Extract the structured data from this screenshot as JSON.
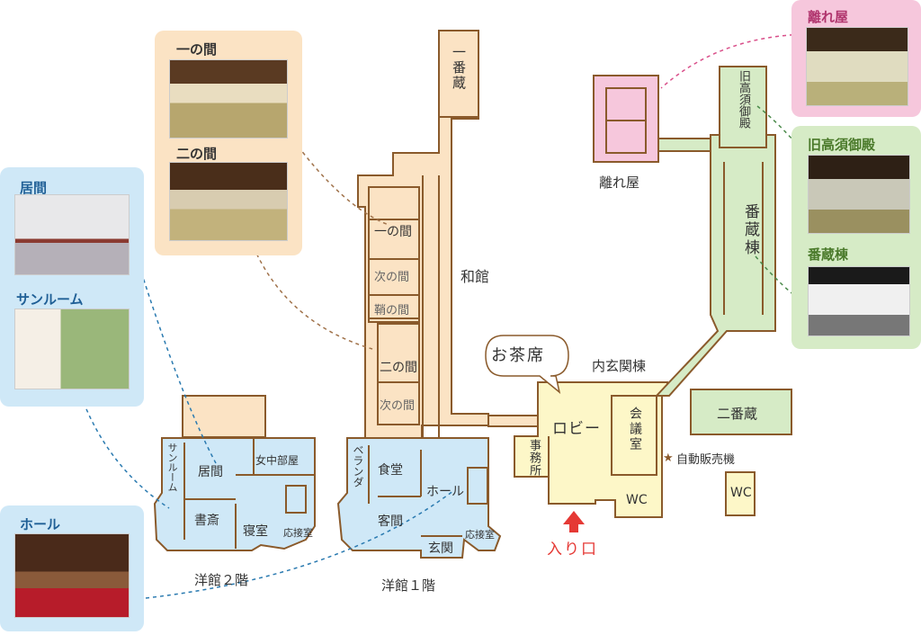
{
  "photos": {
    "ichi_no_ma": {
      "title": "一の間"
    },
    "ni_no_ma": {
      "title": "二の間"
    },
    "ima": {
      "title": "居間"
    },
    "sunroom": {
      "title": "サンルーム"
    },
    "hall": {
      "title": "ホール"
    },
    "hanareya": {
      "title": "離れ屋"
    },
    "kyu_takasu": {
      "title": "旧高須御殿"
    },
    "bankura": {
      "title": "番蔵棟"
    }
  },
  "rooms": {
    "ichibankura": "一番蔵",
    "wakan": "和館",
    "ichi_no_ma": "一の間",
    "tsugi_no_ma_1": "次の間",
    "saya_no_ma": "鞘の間",
    "ni_no_ma": "二の間",
    "tsugi_no_ma_2": "次の間",
    "hanareya": "離れ屋",
    "kyu_takasu": "旧高須御殿",
    "bankura": "番蔵棟",
    "uchigenkan": "内玄関棟",
    "nibankura": "二番蔵",
    "ochaseki": "お茶席",
    "lobby": "ロビー",
    "kaigishitsu": "会議室",
    "jimusho": "事務所",
    "wc1": "WC",
    "wc2": "WC",
    "jidohanbaiki": "自動販売機",
    "iriguchi": "入り口",
    "veranda": "ベランダ",
    "shokudo": "食堂",
    "hall": "ホール",
    "kyakuma": "客間",
    "genkan": "玄関",
    "osetsushitsu1": "応接室",
    "sunroom": "サンルーム",
    "ima": "居間",
    "jochu": "女中部屋",
    "shosai": "書斎",
    "shinshitsu": "寝室",
    "osetsushitsu2": "応接室"
  },
  "floors": {
    "yokan1": "洋館１階",
    "yokan2": "洋館２階"
  },
  "colors": {
    "wa_orange": "#fbe3c4",
    "wall_brown": "#8a5a2b",
    "yo_blue": "#cfe8f7",
    "green": "#d6ebc6",
    "yellow": "#fdf7c8",
    "pink": "#f6c7dc",
    "entrance_red": "#e53935"
  }
}
